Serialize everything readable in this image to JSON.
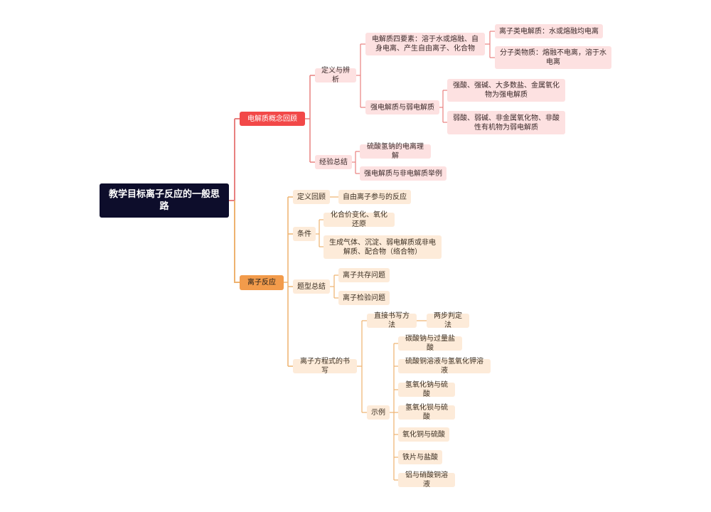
{
  "root": "教学目标离子反应的一般思路",
  "branch1": {
    "label": "电解质概念回顾",
    "def": {
      "label": "定义与辨析",
      "four": "电解质四要素：溶于水或熔融、自身电离、产生自由离子、化合物",
      "ionic": "离子类电解质：水或熔融均电离",
      "molecular": "分子类物质：熔融不电离，溶于水电离",
      "strongweak": "强电解质与弱电解质",
      "strong": "强酸、强碱、大多数盐、金属氧化物为强电解质",
      "weak": "弱酸、弱碱、非金属氧化物、非酸性有机物为弱电解质"
    },
    "exp": {
      "label": "经验总结",
      "a": "硫酸氢钠的电离理解",
      "b": "强电解质与非电解质举例"
    }
  },
  "branch2": {
    "label": "离子反应",
    "def": {
      "label": "定义回顾",
      "value": "自由离子参与的反应"
    },
    "cond": {
      "label": "条件",
      "a": "化合价变化、氧化还原",
      "b": "生成气体、沉淀、弱电解质或非电解质、配合物（络合物）"
    },
    "types": {
      "label": "题型总结",
      "a": "离子共存问题",
      "b": "离子检验问题"
    },
    "eq": {
      "label": "离子方程式的书写",
      "direct": "直接书写方法",
      "twostep": "两步判定法",
      "examples_label": "示例",
      "examples": [
        "碳酸钠与过量盐酸",
        "硫酸铜溶液与氢氧化钾溶液",
        "氢氧化钠与硫酸",
        "氢氧化钡与硫酸",
        "氧化铜与硫酸",
        "铁片与盐酸",
        "铝与硝酸铜溶液"
      ]
    }
  },
  "colors": {
    "root": "#0d0d2b",
    "red_main": "#f24848",
    "red_line": "#e8807f",
    "orange_main": "#f29b4b",
    "orange_line": "#eeb26f",
    "red_bg": "#fde1e1",
    "orange_bg": "#fdebd9"
  }
}
